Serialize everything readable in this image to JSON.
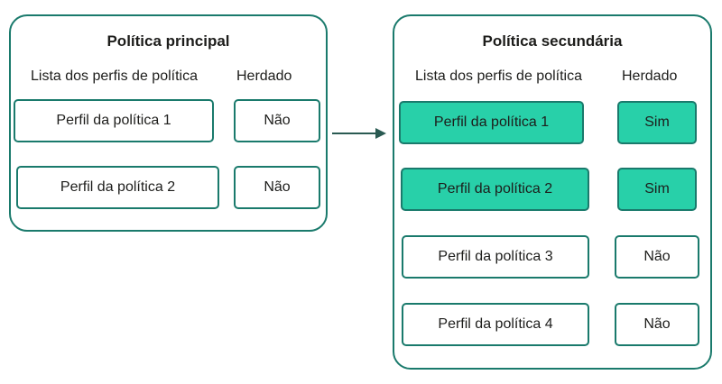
{
  "main_policy": {
    "title": "Política principal",
    "list_header": "Lista dos perfis de política",
    "inherited_header": "Herdado",
    "rows": [
      {
        "profile": "Perfil da política 1",
        "inherited": "Não"
      },
      {
        "profile": "Perfil da política 2",
        "inherited": "Não"
      }
    ]
  },
  "secondary_policy": {
    "title": "Política secundária",
    "list_header": "Lista dos perfis de política",
    "inherited_header": "Herdado",
    "rows": [
      {
        "profile": "Perfil da política 1",
        "inherited": "Sim"
      },
      {
        "profile": "Perfil da política 2",
        "inherited": "Sim"
      },
      {
        "profile": "Perfil da política 3",
        "inherited": "Não"
      },
      {
        "profile": "Perfil da política 4",
        "inherited": "Não"
      }
    ]
  },
  "colors": {
    "border": "#1a7a6c",
    "inherited_fill": "#28d0a9",
    "arrow": "#2a5a52"
  }
}
